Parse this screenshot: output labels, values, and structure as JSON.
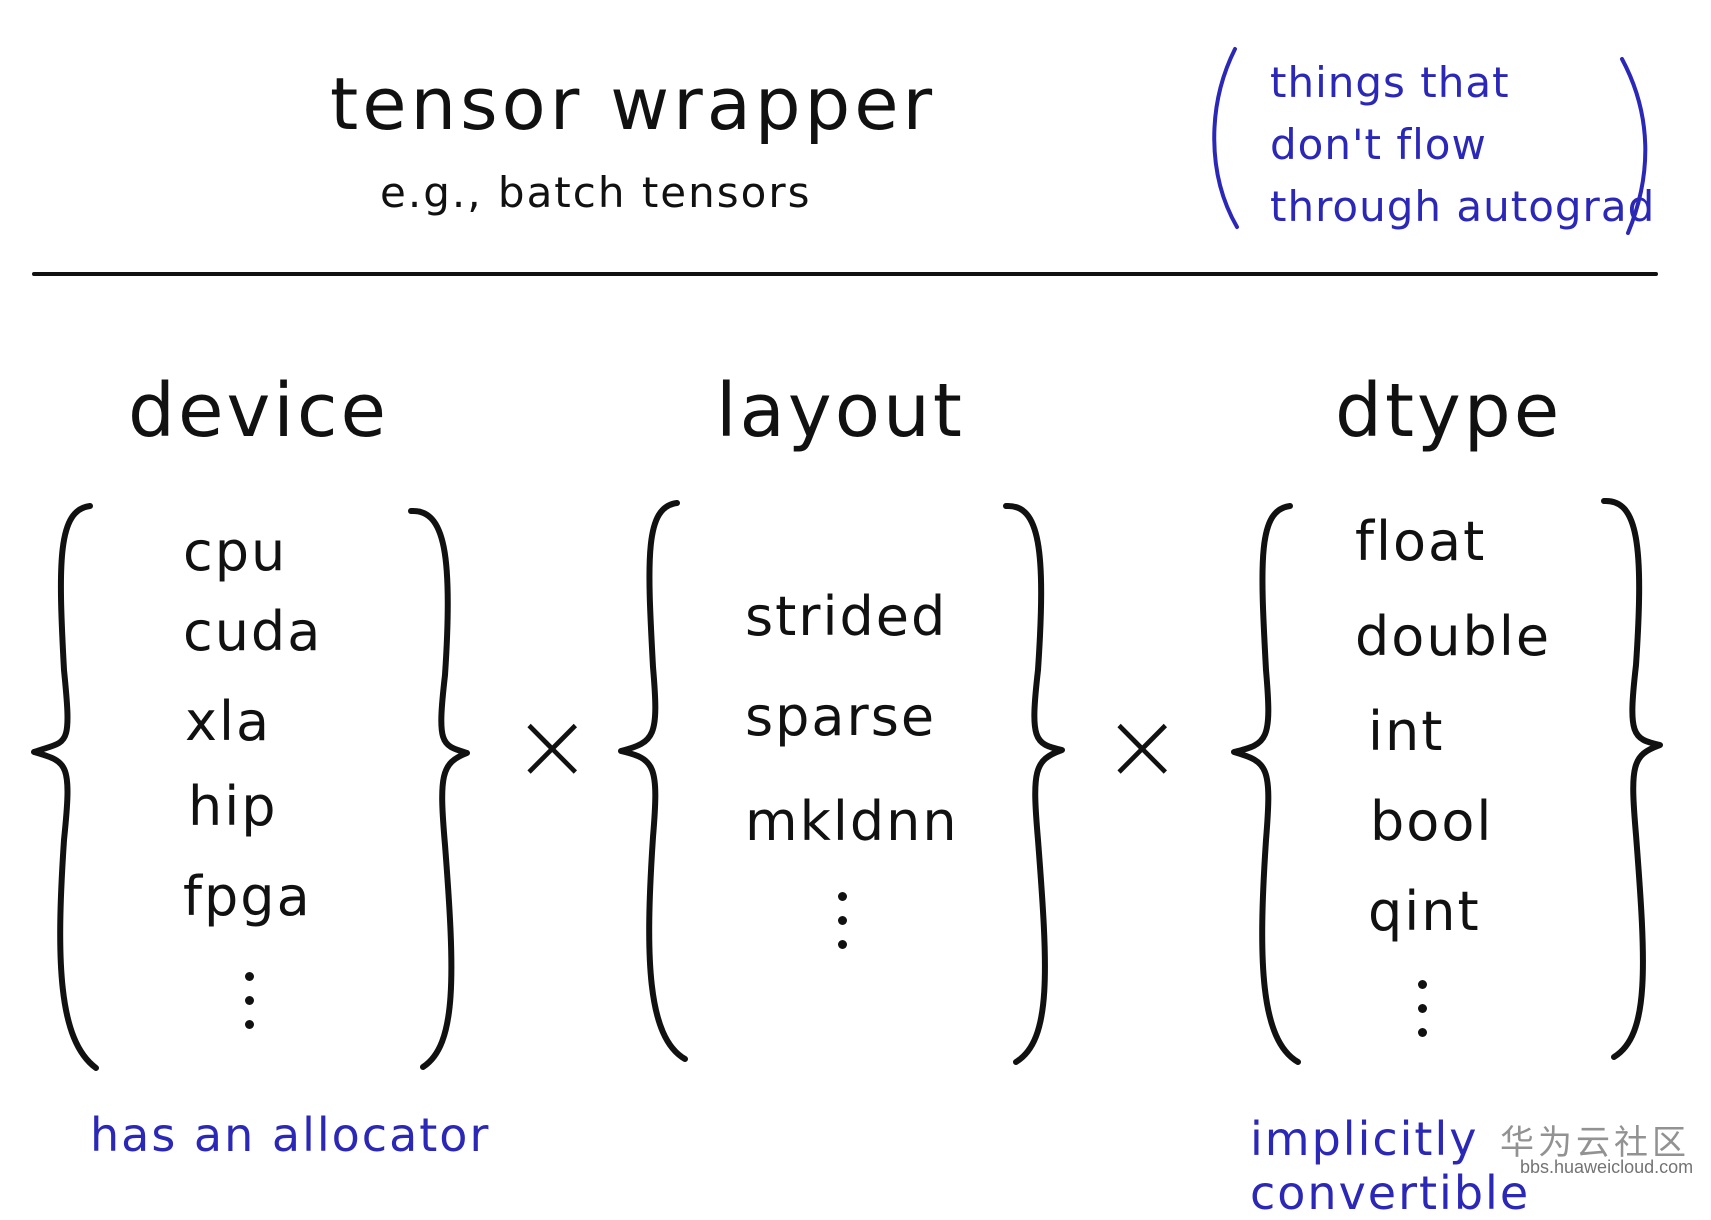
{
  "header": {
    "title": "tensor wrapper",
    "subtitle": "e.g., batch tensors",
    "side_note": [
      "things that",
      "don't flow",
      "through autograd"
    ]
  },
  "columns": [
    {
      "heading": "device",
      "items": [
        "cpu",
        "cuda",
        "xla",
        "hip",
        "fpga"
      ],
      "continuation": "⋮",
      "footnote": "has an allocator"
    },
    {
      "heading": "layout",
      "items": [
        "strided",
        "sparse",
        "mkldnn"
      ],
      "continuation": "⋮",
      "footnote": ""
    },
    {
      "heading": "dtype",
      "items": [
        "float",
        "double",
        "int",
        "bool",
        "qint"
      ],
      "continuation": "⋮",
      "footnote": "implicitly convertible"
    }
  ],
  "operators": [
    "×",
    "×"
  ],
  "watermark": {
    "text": "华为云社区",
    "url": "bbs.huaweicloud.com"
  },
  "colors": {
    "ink": "#111111",
    "annotation_blue": "#2b28b8",
    "background": "#ffffff"
  }
}
